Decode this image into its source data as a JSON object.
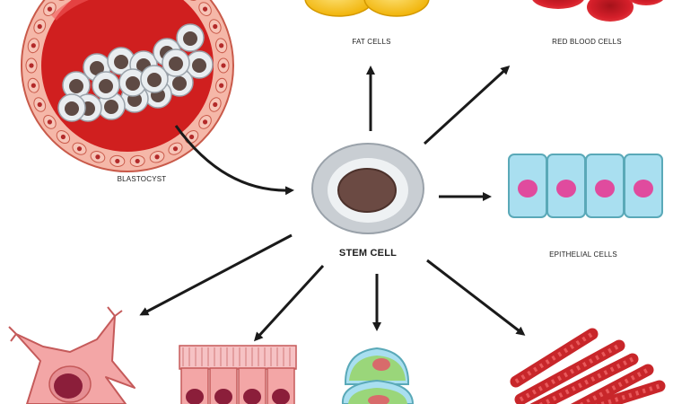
{
  "labels": {
    "fat_cells": "FAT CELLS",
    "red_blood_cells": "RED BLOOD CELLS",
    "blastocyst": "BLASTOCYST",
    "stem_cell": "STEM CELL",
    "epithelial_cells": "EPITHELIAL CELLS"
  },
  "colors": {
    "arrow": "#1a1a1a",
    "blastocyst_wall": "#f5b7a8",
    "blastocyst_inner": "#d01f1f",
    "stem_outer": "#c9ced3",
    "stem_nucleus": "#6b4a43",
    "fat": "#f6c518",
    "red_blood": "#d51f2a",
    "epithelial": "#a9dff0",
    "epithelial_nucleus": "#e04b9e",
    "nerve": "#f3a6a6",
    "muscle": "#c8262a"
  }
}
